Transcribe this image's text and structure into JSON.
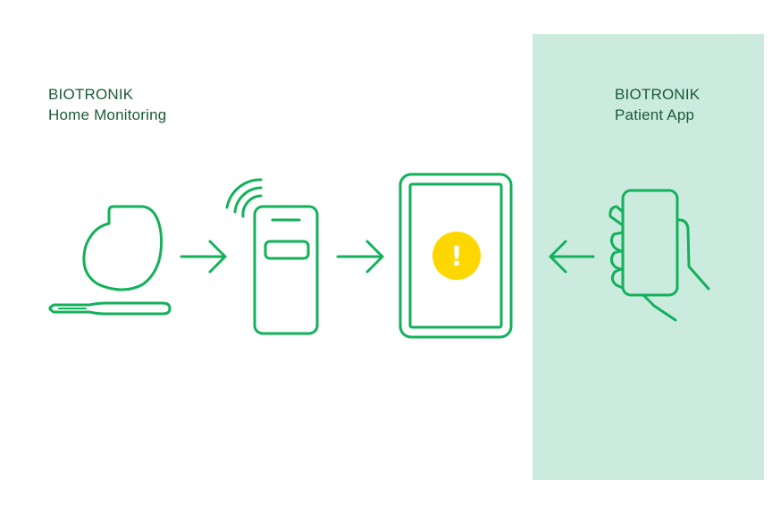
{
  "home_monitoring": {
    "brand": "BIOTRONIK",
    "name": "Home Monitoring"
  },
  "patient_app": {
    "brand": "BIOTRONIK",
    "name": "Patient App"
  },
  "alert": {
    "symbol": "!",
    "color": "#ffd700"
  },
  "colors": {
    "line": "#12b15a",
    "caption": "#1c5a38",
    "panel": "#ccebdf"
  },
  "icons": [
    "implant-icon",
    "transmitter-icon",
    "tablet-icon",
    "phone-in-hand-icon"
  ]
}
